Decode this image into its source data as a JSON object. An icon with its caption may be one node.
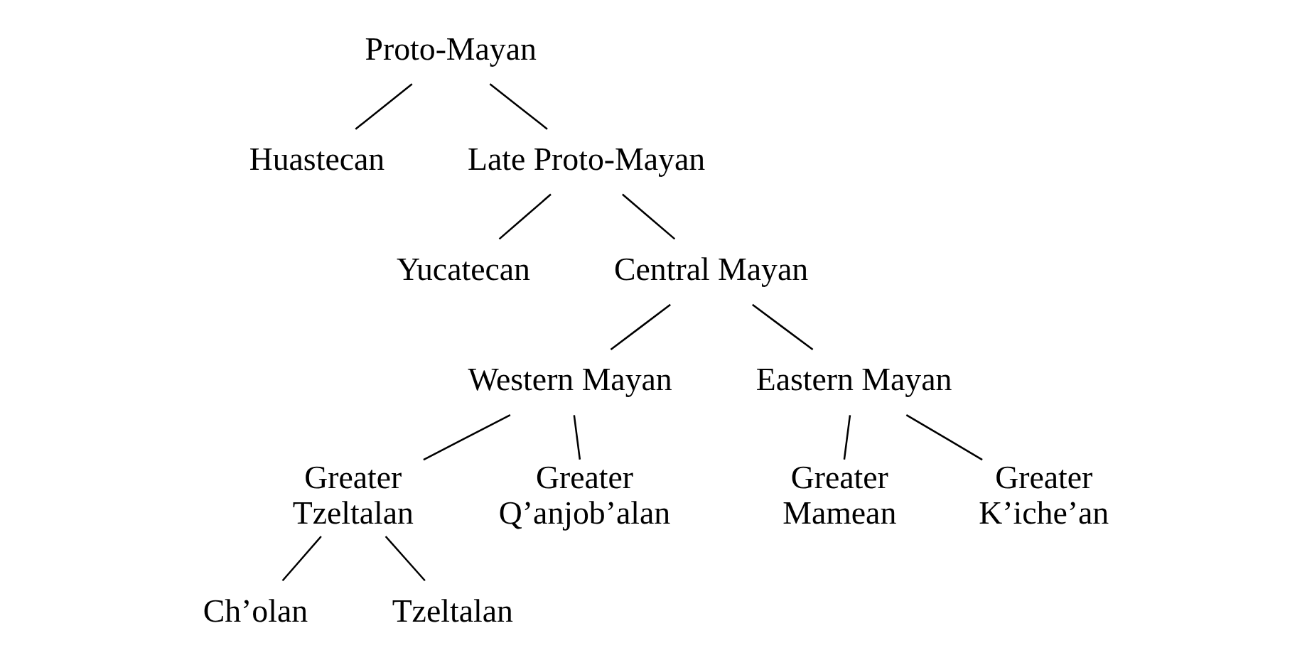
{
  "diagram": {
    "nodes": [
      {
        "text": [
          "Proto-Mayan"
        ]
      },
      {
        "text": [
          "Huastecan"
        ]
      },
      {
        "text": [
          "Late Proto-Mayan"
        ]
      },
      {
        "text": [
          "Yucatecan"
        ]
      },
      {
        "text": [
          "Central Mayan"
        ]
      },
      {
        "text": [
          "Western Mayan"
        ]
      },
      {
        "text": [
          "Eastern Mayan"
        ]
      },
      {
        "text": [
          "Greater Tzeltalan"
        ]
      },
      {
        "text": [
          "Greater Q’anjob’alan"
        ]
      },
      {
        "text": [
          "Greater Mamean"
        ]
      },
      {
        "text": [
          "Greater K’iche’an"
        ]
      },
      {
        "text": [
          "Ch’olan"
        ]
      },
      {
        "text": [
          "Tzeltalan"
        ]
      }
    ],
    "edges": [
      {
        "from": 0,
        "to": 1,
        "arrow": "none"
      },
      {
        "from": 0,
        "to": 2,
        "arrow": "none"
      },
      {
        "from": 2,
        "to": 3,
        "arrow": "none"
      },
      {
        "from": 2,
        "to": 4,
        "arrow": "none"
      },
      {
        "from": 4,
        "to": 5,
        "arrow": "none"
      },
      {
        "from": 4,
        "to": 6,
        "arrow": "none"
      },
      {
        "from": 5,
        "to": 7,
        "arrow": "none"
      },
      {
        "from": 5,
        "to": 8,
        "arrow": "none"
      },
      {
        "from": 6,
        "to": 9,
        "arrow": "none"
      },
      {
        "from": 6,
        "to": 10,
        "arrow": "none"
      },
      {
        "from": 7,
        "to": 11,
        "arrow": "none"
      },
      {
        "from": 7,
        "to": 12,
        "arrow": "none"
      }
    ]
  }
}
